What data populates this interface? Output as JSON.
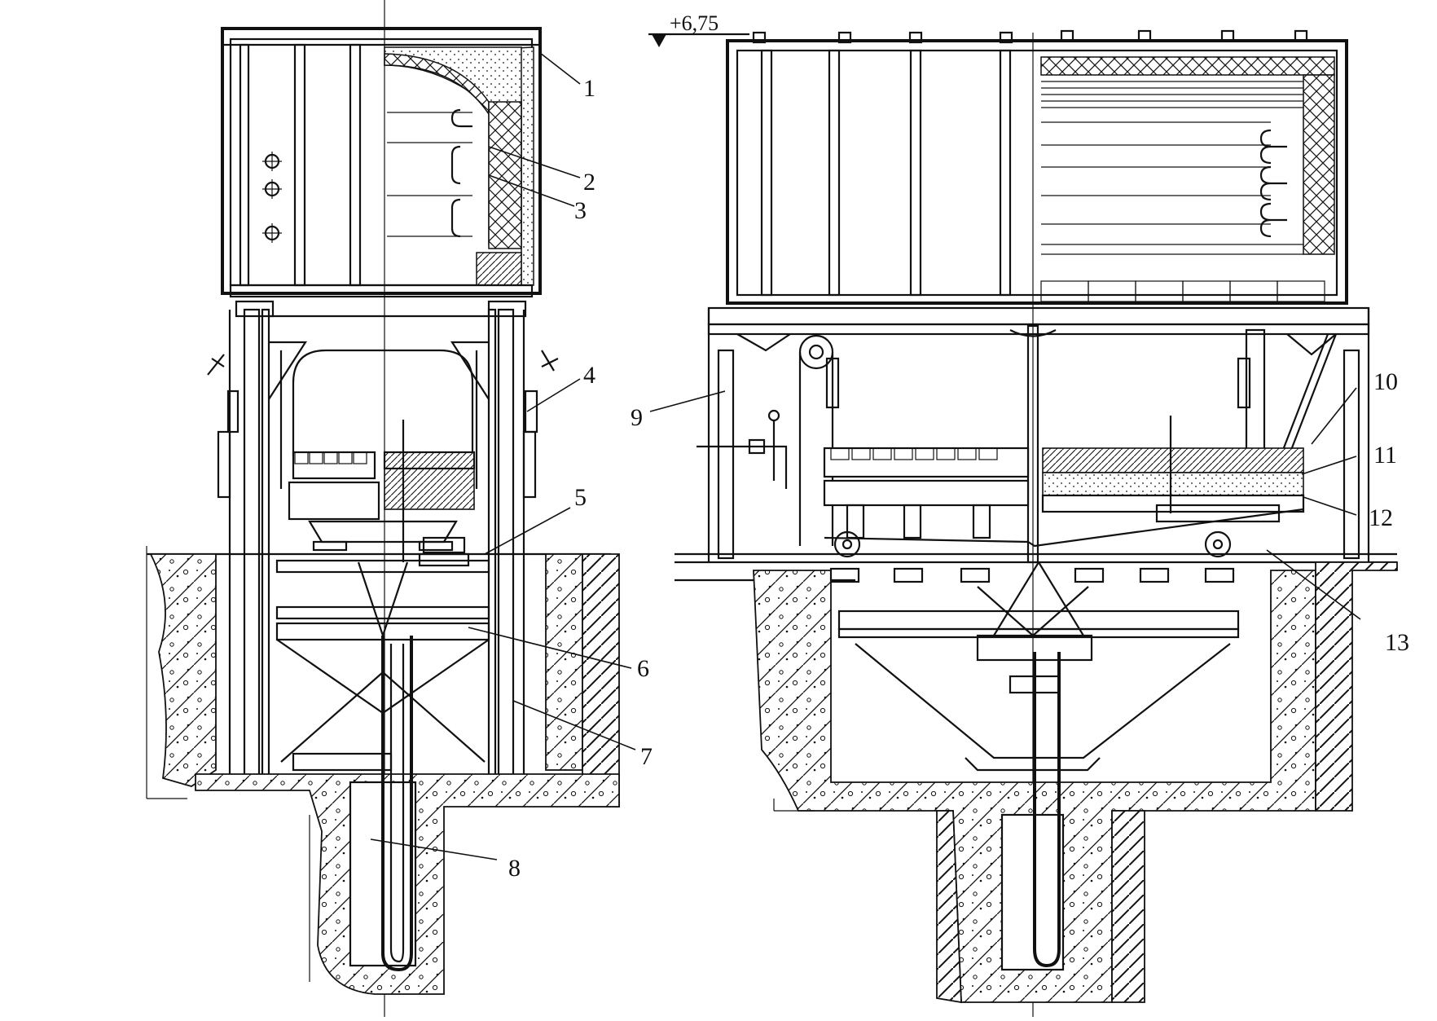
{
  "figure": {
    "elevation_mark": "+6,75",
    "callouts": [
      {
        "id": "1",
        "text": "1"
      },
      {
        "id": "2",
        "text": "2"
      },
      {
        "id": "3",
        "text": "3"
      },
      {
        "id": "4",
        "text": "4"
      },
      {
        "id": "5",
        "text": "5"
      },
      {
        "id": "6",
        "text": "6"
      },
      {
        "id": "7",
        "text": "7"
      },
      {
        "id": "8",
        "text": "8"
      },
      {
        "id": "9",
        "text": "9"
      },
      {
        "id": "10",
        "text": "10"
      },
      {
        "id": "11",
        "text": "11"
      },
      {
        "id": "12",
        "text": "12"
      },
      {
        "id": "13",
        "text": "13"
      }
    ]
  },
  "colors": {
    "ink": "#111111",
    "background": "#ffffff",
    "concrete": "#222222"
  }
}
